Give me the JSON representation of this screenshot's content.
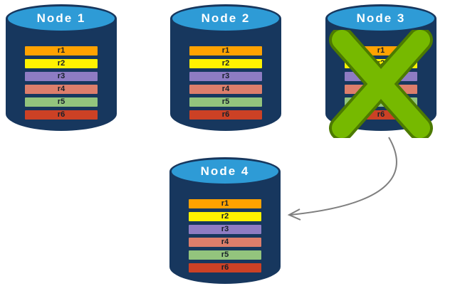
{
  "nodes": [
    {
      "id": "node-1",
      "title": "Node 1"
    },
    {
      "id": "node-2",
      "title": "Node 2"
    },
    {
      "id": "node-3",
      "title": "Node 3",
      "status": "failed"
    },
    {
      "id": "node-4",
      "title": "Node 4"
    }
  ],
  "rows": [
    {
      "label": "r1",
      "color": "#FFA200"
    },
    {
      "label": "r2",
      "color": "#FFF200"
    },
    {
      "label": "r3",
      "color": "#8E7CC3"
    },
    {
      "label": "r4",
      "color": "#DD7E6B"
    },
    {
      "label": "r5",
      "color": "#93C47D"
    },
    {
      "label": "r6",
      "color": "#CC4125"
    }
  ],
  "icons": {
    "failure_x": "x-mark",
    "transfer_arrow": "curved-arrow"
  },
  "colors": {
    "cylinder_body": "#17375E",
    "cylinder_top": "#2E9BD6",
    "node_title_text": "#FFFFFF",
    "row_text": "#17202A",
    "failure_x_fill": "#76B900",
    "failure_x_border": "#4C7A00",
    "arrow": "#7F7F7F"
  }
}
